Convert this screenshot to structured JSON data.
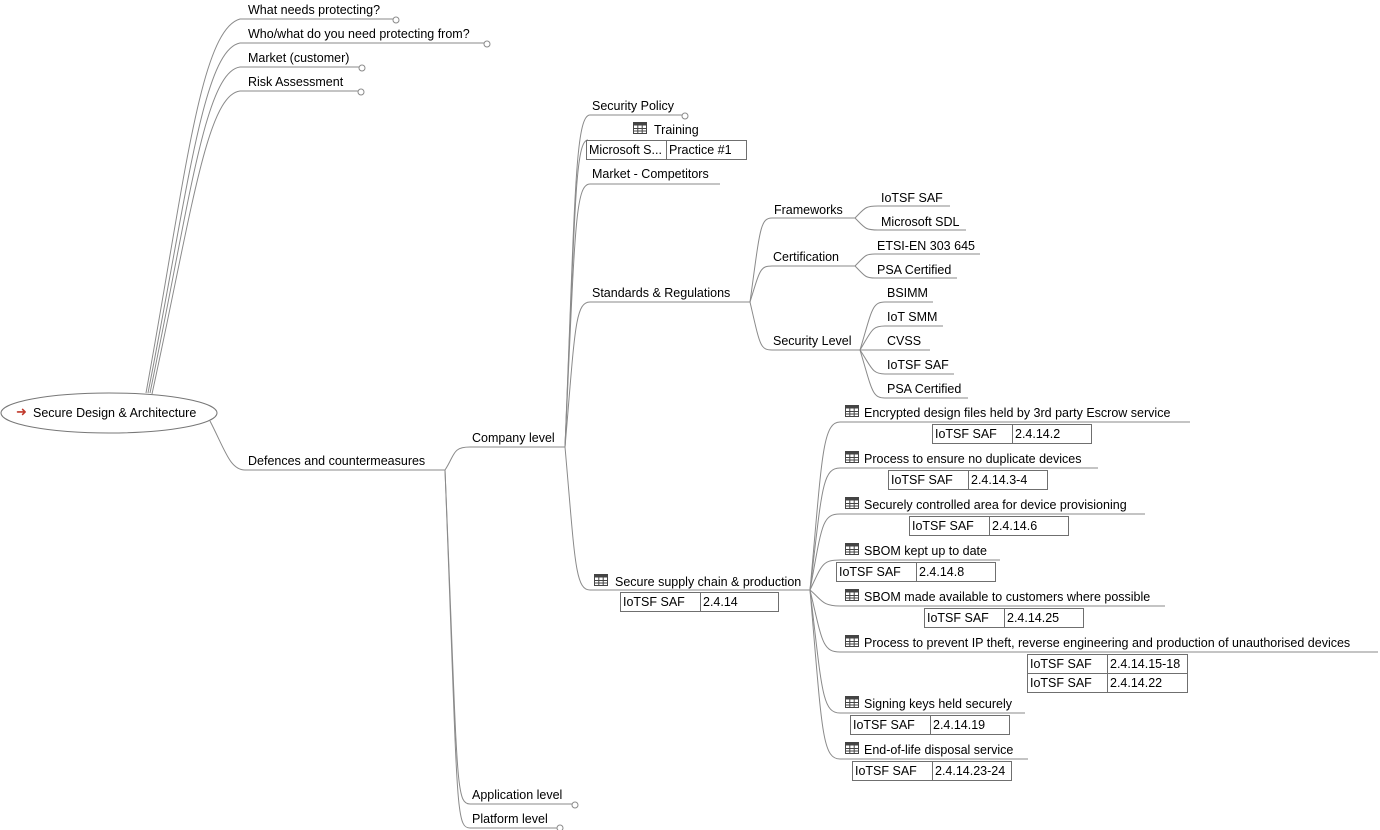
{
  "root": {
    "label": "Secure Design & Architecture",
    "arrow_color": "#c0392b"
  },
  "branches": {
    "what_needs_protecting": "What needs protecting?",
    "who_what": "Who/what do you need protecting from?",
    "market_customer": "Market (customer)",
    "risk_assessment": "Risk Assessment",
    "defences": "Defences and countermeasures"
  },
  "levels": {
    "company": "Company level",
    "application": "Application level",
    "platform": "Platform level"
  },
  "company": {
    "security_policy": "Security Policy",
    "training": "Training",
    "training_table": [
      "Microsoft S...",
      "Practice #1"
    ],
    "market_competitors": "Market - Competitors",
    "standards": "Standards & Regulations",
    "supply_chain": "Secure supply chain & production",
    "supply_chain_table": [
      "IoTSF SAF",
      "2.4.14"
    ]
  },
  "standards": {
    "frameworks": "Frameworks",
    "fw_iotsf": "IoTSF SAF",
    "fw_sdl": "Microsoft SDL",
    "certification": "Certification",
    "cert_etsi": "ETSI-EN 303 645",
    "cert_psa": "PSA Certified",
    "security_level": "Security Level",
    "sl_bsimm": "BSIMM",
    "sl_iotsmm": "IoT SMM",
    "sl_cvss": "CVSS",
    "sl_iotsf": "IoTSF SAF",
    "sl_psa": "PSA Certified"
  },
  "supply": {
    "escrow": "Encrypted design files held by 3rd party Escrow service",
    "escrow_t": [
      "IoTSF SAF",
      "2.4.14.2"
    ],
    "dup": "Process to ensure no duplicate devices",
    "dup_t": [
      "IoTSF SAF",
      "2.4.14.3-4"
    ],
    "area": "Securely controlled area for device provisioning",
    "area_t": [
      "IoTSF SAF",
      "2.4.14.6"
    ],
    "sbom": "SBOM kept up to date",
    "sbom_t": [
      "IoTSF SAF",
      "2.4.14.8"
    ],
    "sbom_avail": "SBOM made available to customers where possible",
    "sbom_avail_t": [
      "IoTSF SAF",
      "2.4.14.25"
    ],
    "ip": "Process to prevent IP theft, reverse engineering and production of unauthorised devices",
    "ip_t1": [
      "IoTSF SAF",
      "2.4.14.15-18"
    ],
    "ip_t2": [
      "IoTSF SAF",
      "2.4.14.22"
    ],
    "keys": "Signing keys held securely",
    "keys_t": [
      "IoTSF SAF",
      "2.4.14.19"
    ],
    "eol": "End-of-life disposal service",
    "eol_t": [
      "IoTSF SAF",
      "2.4.14.23-24"
    ]
  },
  "colors": {
    "line": "#7a7a7a",
    "icon": "#444444"
  }
}
